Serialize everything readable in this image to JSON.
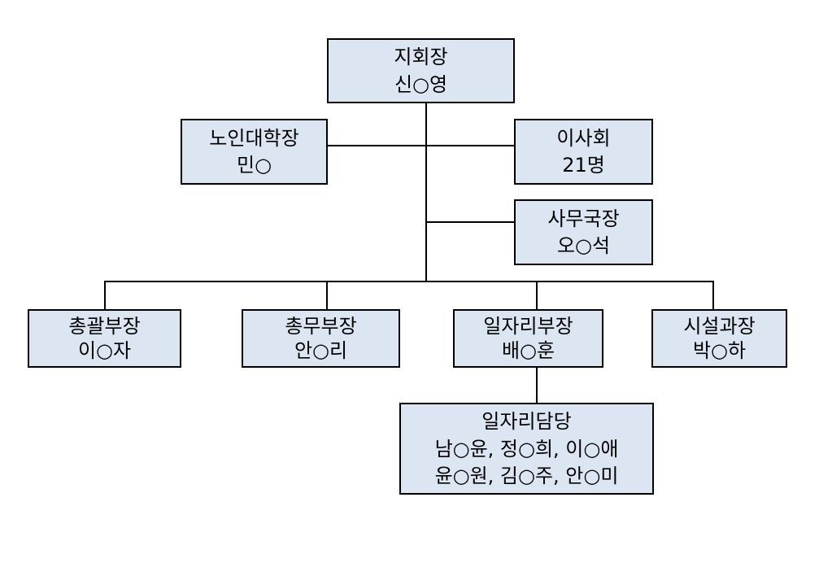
{
  "nodes": {
    "chairman": {
      "title": "지회장",
      "name": "신○영"
    },
    "senior_college": {
      "title": "노인대학장",
      "name": "민○"
    },
    "board": {
      "title": "이사회",
      "name": "21명"
    },
    "secretary_general": {
      "title": "사무국장",
      "name": "오○석"
    },
    "general_manager": {
      "title": "총괄부장",
      "name": "이○자"
    },
    "general_affairs": {
      "title": "총무부장",
      "name": "안○리"
    },
    "jobs_manager": {
      "title": "일자리부장",
      "name": "배○훈"
    },
    "facilities": {
      "title": "시설과장",
      "name": "박○하"
    },
    "jobs_staff": {
      "title": "일자리담당",
      "line1": "남○윤, 정○희, 이○애",
      "line2": "윤○원, 김○주, 안○미"
    }
  },
  "colors": {
    "node_fill": "#dce6f2",
    "border": "#000000",
    "connector": "#000000"
  }
}
